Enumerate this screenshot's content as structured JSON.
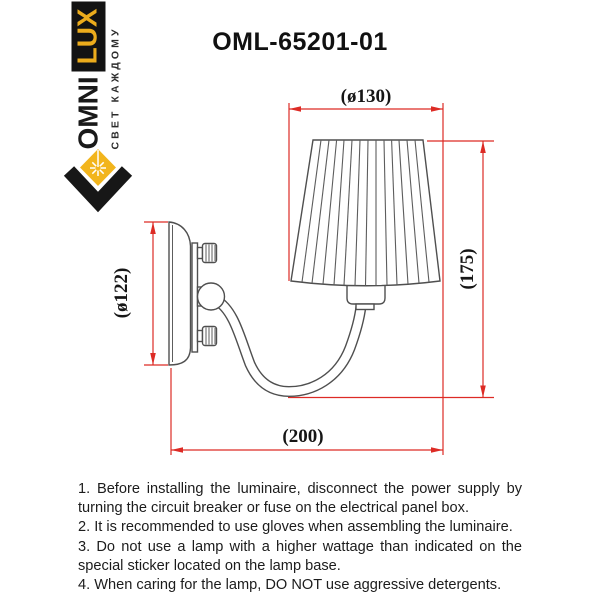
{
  "brand": {
    "name_primary": "OMNI",
    "name_secondary": "LUX",
    "tagline": "СВЕТ КАЖДОМУ",
    "gold_color": "#ECAC1C",
    "black_color": "#131313"
  },
  "product": {
    "model": "OML-65201-01"
  },
  "diagram": {
    "dim_shade_diameter": "(ø130)",
    "dim_height": "(175)",
    "dim_plate_diameter": "(ø122)",
    "dim_width": "(200)",
    "dimension_line_color": "#DD2B25",
    "drawing_line_color": "#4f4f4f"
  },
  "instructions": {
    "item1": "1. Before installing the luminaire, disconnect the power supply by turning the circuit breaker or fuse on the electrical panel box.",
    "item2": "2. It is recommended to use gloves when assembling the luminaire.",
    "item3": "3. Do not use a lamp with a higher wattage than indicated on the special sticker located on the lamp base.",
    "item4": "4. When caring for the lamp, DO NOT use aggressive detergents."
  }
}
